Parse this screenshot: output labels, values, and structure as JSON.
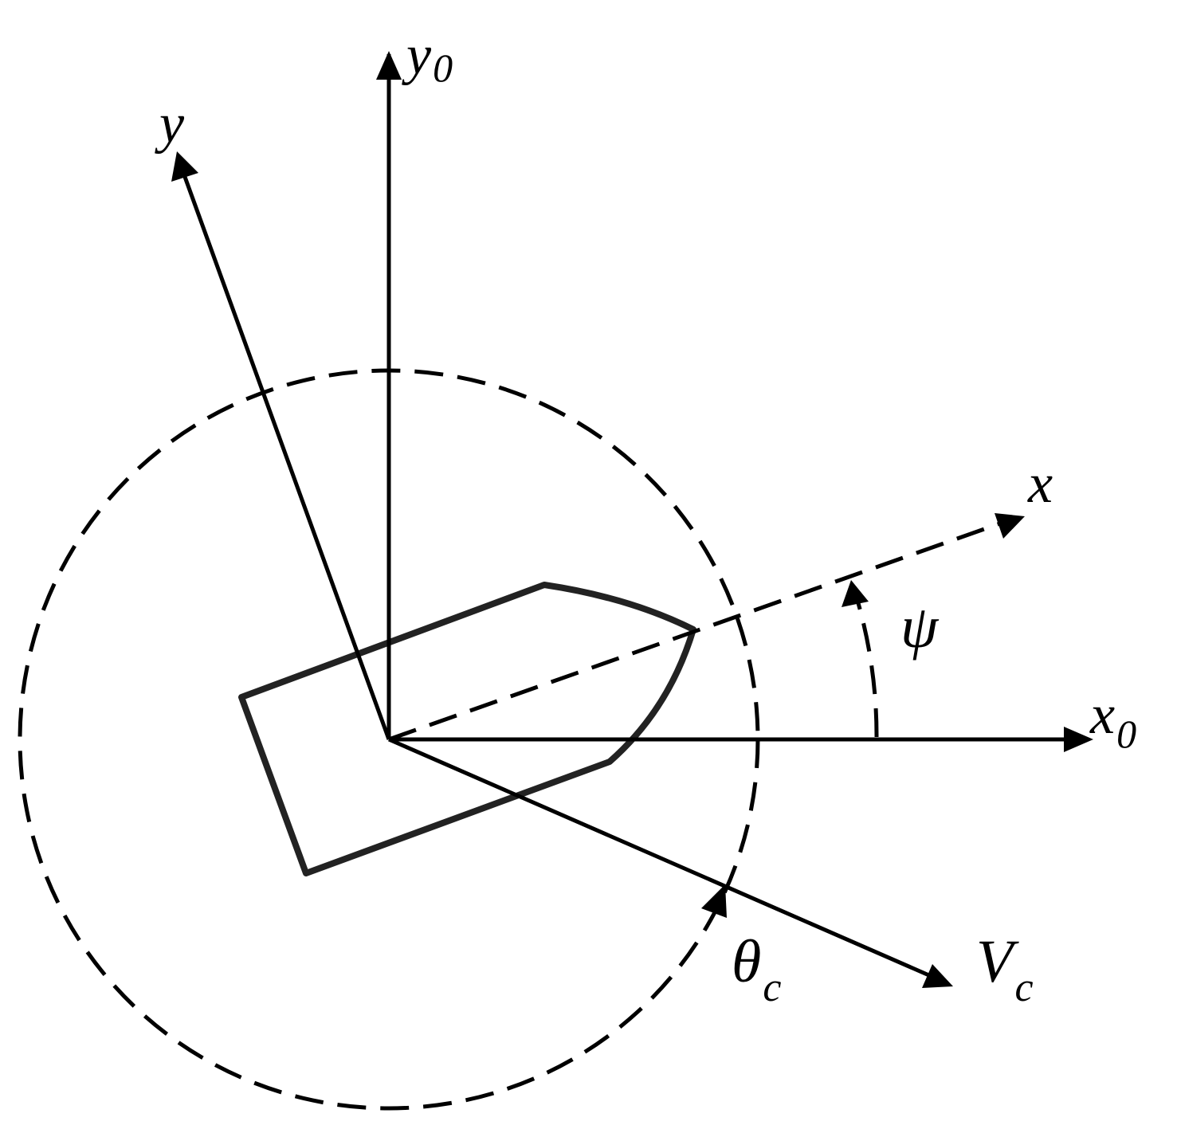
{
  "labels": {
    "y0": {
      "base": "y",
      "sub": "0"
    },
    "y": {
      "base": "y"
    },
    "x": {
      "base": "x"
    },
    "x0": {
      "base": "x",
      "sub": "0"
    },
    "psi": {
      "base": "ψ"
    },
    "theta_c": {
      "base": "θ",
      "sub": "c"
    },
    "V_c": {
      "base": "V",
      "sub": "c"
    }
  },
  "colors": {
    "stroke": "#000000",
    "background": "#ffffff"
  }
}
